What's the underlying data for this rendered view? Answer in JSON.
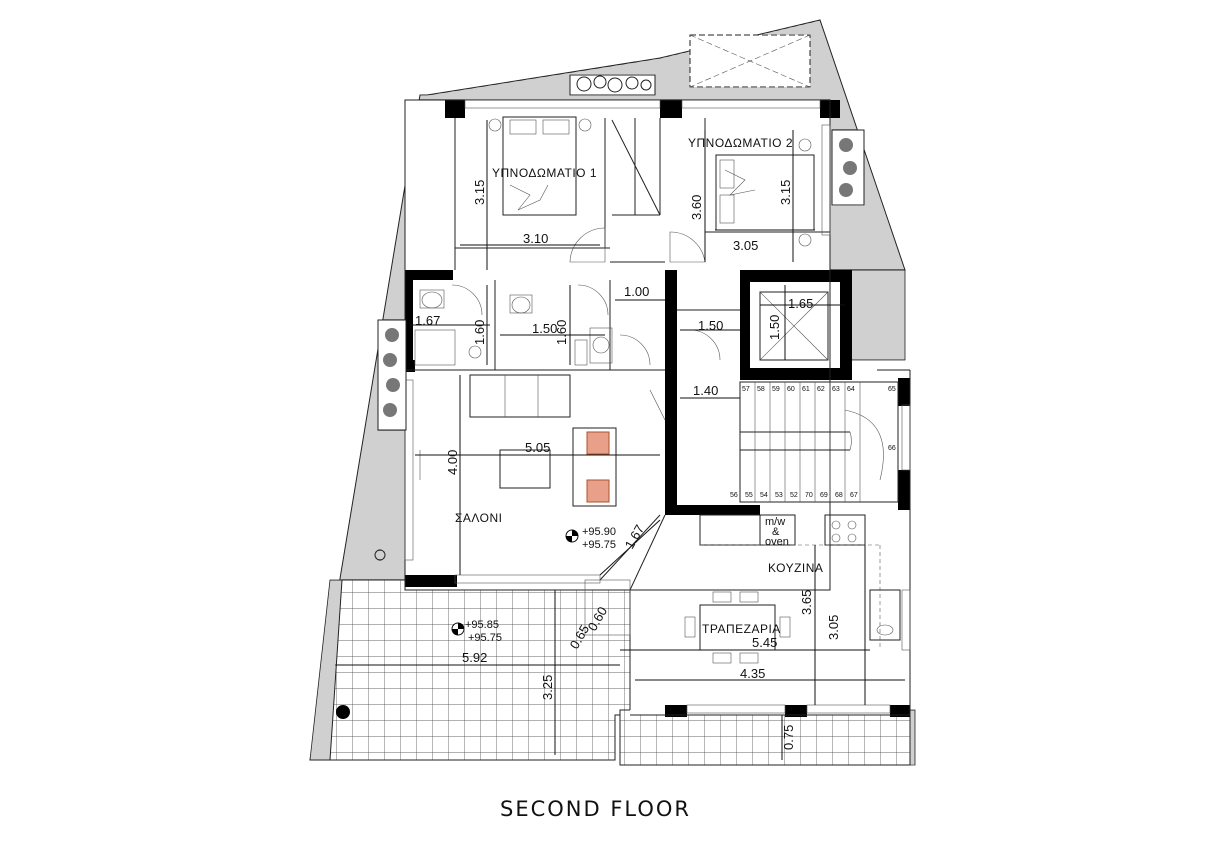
{
  "title": "SECOND FLOOR",
  "rooms": {
    "bedroom1": "ΥΠΝΟΔΩΜΑΤΙΟ 1",
    "bedroom2": "ΥΠΝΟΔΩΜΑΤΙΟ 2",
    "living": "ΣΑΛΟΝΙ",
    "kitchen": "ΚΟΥΖΙΝΑ",
    "dining": "ΤΡΑΠΕΖΑΡΙΑ",
    "appliance1": "m/w",
    "appliance2": "&",
    "appliance3": "oven"
  },
  "dimensions": {
    "b1_height": "3.15",
    "b1_width": "3.10",
    "wardrobe_height": "3.60",
    "b2_height": "3.15",
    "b2_width": "3.05",
    "corridor": "1.00",
    "bath1_width": "1.67",
    "bath1_height": "1.60",
    "bath2_width": "1.50",
    "bath2_height": "1.60",
    "hall_width": "1.50",
    "lift_width": "1.65",
    "lift_height": "1.50",
    "stair_width": "1.40",
    "living_width": "5.05",
    "living_height": "4.00",
    "diag": "1.67",
    "door_a": "0.60",
    "door_b": "0.65",
    "terrace_width": "5.92",
    "terrace_height": "3.25",
    "kitchen_h1": "3.65",
    "kitchen_h2": "3.05",
    "dining_width": "5.45",
    "kitchen_width": "4.35",
    "balcony": "0.75"
  },
  "levels": {
    "living_upper": "+95.90",
    "living_lower": "+95.75",
    "terrace_upper": "+95.85",
    "terrace_lower": "+95.75"
  },
  "stairs": {
    "top_steps": [
      "57",
      "58",
      "59",
      "60",
      "61",
      "62",
      "63",
      "64"
    ],
    "right_steps": [
      "65",
      "66"
    ],
    "bottom_steps": [
      "56",
      "55",
      "54",
      "53",
      "52",
      "70",
      "69",
      "68",
      "67"
    ]
  }
}
